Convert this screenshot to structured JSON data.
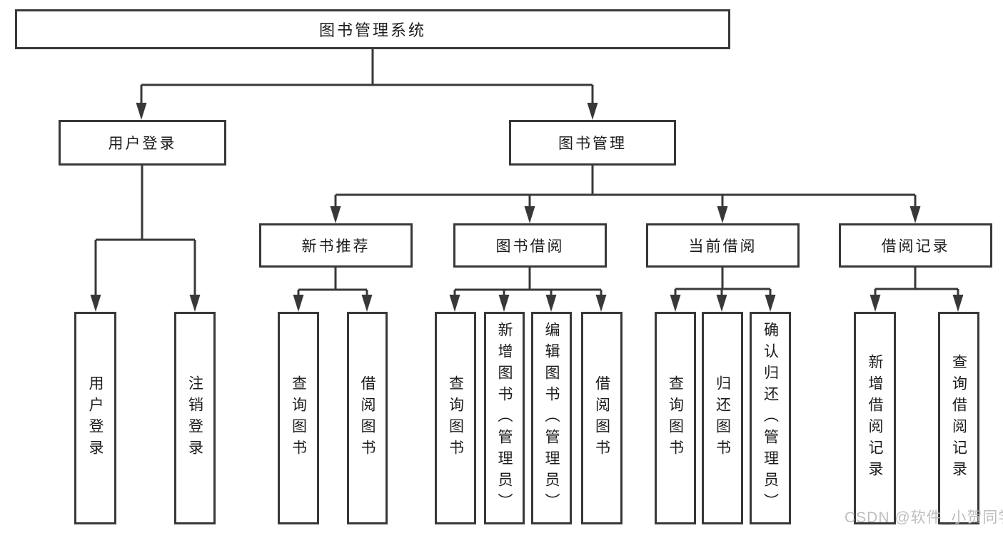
{
  "tree": {
    "root": {
      "label": "图书管理系统"
    },
    "level2": [
      {
        "label": "用户登录"
      },
      {
        "label": "图书管理"
      }
    ],
    "level3": [
      {
        "label": "新书推荐"
      },
      {
        "label": "图书借阅"
      },
      {
        "label": "当前借阅"
      },
      {
        "label": "借阅记录"
      }
    ],
    "leaves": [
      {
        "label": "用户登录"
      },
      {
        "label": "注销登录"
      },
      {
        "label": "查询图书"
      },
      {
        "label": "借阅图书"
      },
      {
        "label": "查询图书"
      },
      {
        "label": "新增图书（管理员）"
      },
      {
        "label": "编辑图书（管理员）"
      },
      {
        "label": "借阅图书"
      },
      {
        "label": "查询图书"
      },
      {
        "label": "归还图书"
      },
      {
        "label": "确认归还（管理员）"
      },
      {
        "label": "新增借阅记录"
      },
      {
        "label": "查询借阅记录"
      }
    ]
  },
  "watermark": {
    "text": "CSDN @软件_小贺同学"
  },
  "colors": {
    "line": "#383838",
    "text": "#1c1c1c",
    "watermark": "#b8b8b8",
    "background": "#ffffff"
  }
}
